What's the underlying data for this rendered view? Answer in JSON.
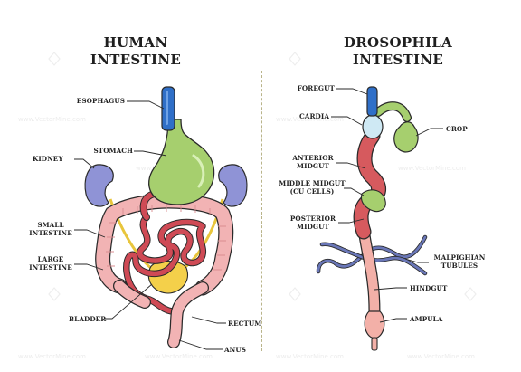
{
  "titles": {
    "left_line1": "HUMAN",
    "left_line2": "INTESTINE",
    "right_line1": "DROSOPHILA",
    "right_line2": "INTESTINE"
  },
  "human_labels": {
    "esophagus": "ESOPHAGUS",
    "stomach": "STOMACH",
    "kidney": "KIDNEY",
    "small_intestine_1": "SMALL",
    "small_intestine_2": "INTESTINE",
    "large_intestine_1": "LARGE",
    "large_intestine_2": "INTESTINE",
    "bladder": "BLADDER",
    "rectum": "RECTUM",
    "anus": "ANUS"
  },
  "drosophila_labels": {
    "foregut": "FOREGUT",
    "cardia": "CARDIA",
    "crop": "CROP",
    "anterior_midgut_1": "ANTERIOR",
    "anterior_midgut_2": "MIDGUT",
    "middle_midgut_1": "MIDDLE MIDGUT",
    "middle_midgut_2": "(CU CELLS)",
    "posterior_midgut_1": "POSTERIOR",
    "posterior_midgut_2": "MIDGUT",
    "malpighian_1": "MALPIGHIAN",
    "malpighian_2": "TUBULES",
    "hindgut": "HINDGUT",
    "ampula": "AMPULA"
  },
  "watermark": "www.VectorMine.com",
  "colors": {
    "esophagus": "#2f6fc8",
    "stomach": "#a6cf6e",
    "kidney": "#8f93d6",
    "small_intestine": "#cf4a55",
    "large_intestine": "#f2b3b4",
    "bladder": "#f4d04a",
    "cardia": "#cfe9f4",
    "midgut": "#d65a5e",
    "hindgut": "#f3b0a8",
    "tubules": "#5e6aa8"
  }
}
